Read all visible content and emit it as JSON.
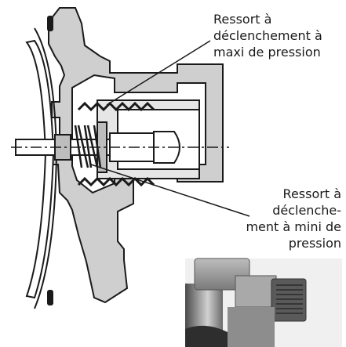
{
  "labels": {
    "max_pressure_spring": [
      "Ressort à",
      "déclenchement à",
      "maxi de pression"
    ],
    "min_pressure_spring": [
      "Ressort à",
      "déclenche-",
      "ment à mini de",
      "pression"
    ]
  },
  "colors": {
    "section_fill": "#cfcfcf",
    "section_stroke": "#1a1a1a",
    "background": "#ffffff",
    "photo_dark": "#3a3a3a",
    "photo_light": "#b8b8b8"
  },
  "icons": {
    "photo": "valve-photo-icon",
    "spring": "coil-spring-icon"
  }
}
